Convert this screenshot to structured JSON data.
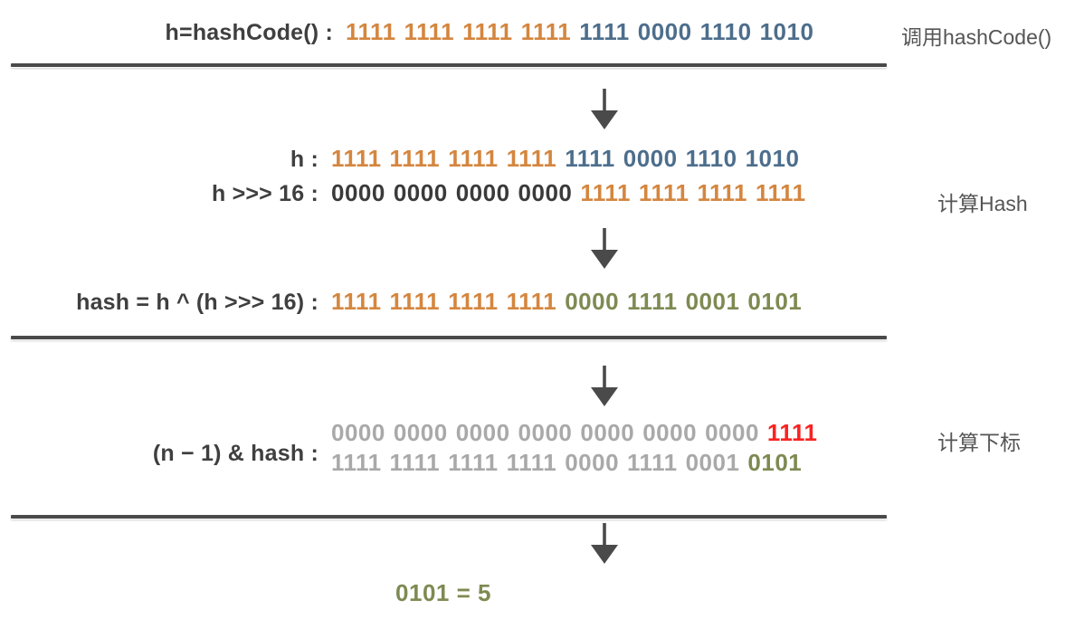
{
  "diagram": {
    "title": "HashMap hash and index computation",
    "colors": {
      "orange": "#d4863f",
      "blue": "#4d6e8c",
      "black": "#3a3a3a",
      "olive": "#7d8a52",
      "gray": "#a9a9a9",
      "red": "#fb2222",
      "rule": "#4a4a4a",
      "arrow": "#4a4a4a",
      "caption": "#555555"
    }
  },
  "rows": {
    "hashcode": {
      "label": "h=hashCode() :",
      "bits": [
        "1111",
        "1111",
        "1111",
        "1111",
        "1111",
        "0000",
        "1110",
        "1010"
      ],
      "group_colors": [
        "orange",
        "orange",
        "orange",
        "orange",
        "blue",
        "blue",
        "blue",
        "blue"
      ]
    },
    "h": {
      "label": "h :",
      "bits": [
        "1111",
        "1111",
        "1111",
        "1111",
        "1111",
        "0000",
        "1110",
        "1010"
      ],
      "group_colors": [
        "orange",
        "orange",
        "orange",
        "orange",
        "blue",
        "blue",
        "blue",
        "blue"
      ]
    },
    "shift": {
      "label": "h >>> 16 :",
      "bits": [
        "0000",
        "0000",
        "0000",
        "0000",
        "1111",
        "1111",
        "1111",
        "1111"
      ],
      "group_colors": [
        "black",
        "black",
        "black",
        "black",
        "orange",
        "orange",
        "orange",
        "orange"
      ]
    },
    "xor": {
      "label": "hash = h ^ (h >>> 16) :",
      "bits": [
        "1111",
        "1111",
        "1111",
        "1111",
        "0000",
        "1111",
        "0001",
        "0101"
      ],
      "group_colors": [
        "orange",
        "orange",
        "orange",
        "orange",
        "olive",
        "olive",
        "olive",
        "olive"
      ]
    },
    "mask": {
      "label": "(n − 1) & hash :",
      "operand_top": {
        "bits": [
          "0000",
          "0000",
          "0000",
          "0000",
          "0000",
          "0000",
          "0000",
          "1111"
        ],
        "group_colors": [
          "gray",
          "gray",
          "gray",
          "gray",
          "gray",
          "gray",
          "gray",
          "red"
        ]
      },
      "operand_bottom": {
        "bits": [
          "1111",
          "1111",
          "1111",
          "1111",
          "0000",
          "1111",
          "0001",
          "0101"
        ],
        "group_colors": [
          "gray",
          "gray",
          "gray",
          "gray",
          "gray",
          "gray",
          "gray",
          "olive"
        ]
      }
    },
    "result": {
      "text": "0101 = 5"
    }
  },
  "captions": {
    "stage1": "调用hashCode()",
    "stage2": "计算Hash",
    "stage3": "计算下标"
  },
  "icons": {
    "arrow": "arrow-down-icon"
  }
}
